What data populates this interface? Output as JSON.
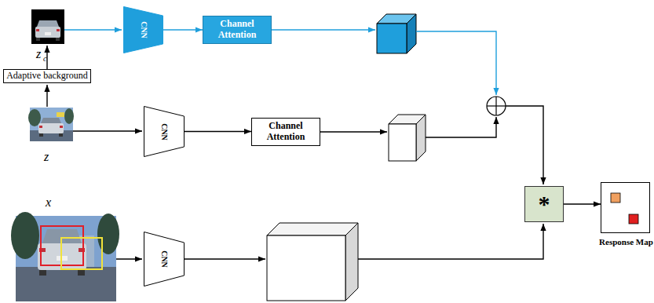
{
  "diagram": {
    "nodes": [
      {
        "text": [
          "CNN"
        ]
      },
      {
        "text": [
          "Channel Attention"
        ]
      },
      {
        "text": [
          "Adaptive background"
        ]
      },
      {
        "text": [
          "CNN"
        ]
      },
      {
        "text": [
          "Channel Attention"
        ]
      },
      {
        "text": [
          "*"
        ]
      },
      {
        "text": [
          "Response Map"
        ]
      },
      {
        "text": [
          "CNN"
        ]
      }
    ],
    "edges": [
      {
        "from": 0,
        "to": 1,
        "arrow": "to"
      },
      {
        "from": 3,
        "to": 4,
        "arrow": "to"
      },
      {
        "from": 5,
        "to": 6,
        "arrow": "to"
      }
    ],
    "labels": [
      "z",
      "c",
      "z",
      "x"
    ]
  }
}
